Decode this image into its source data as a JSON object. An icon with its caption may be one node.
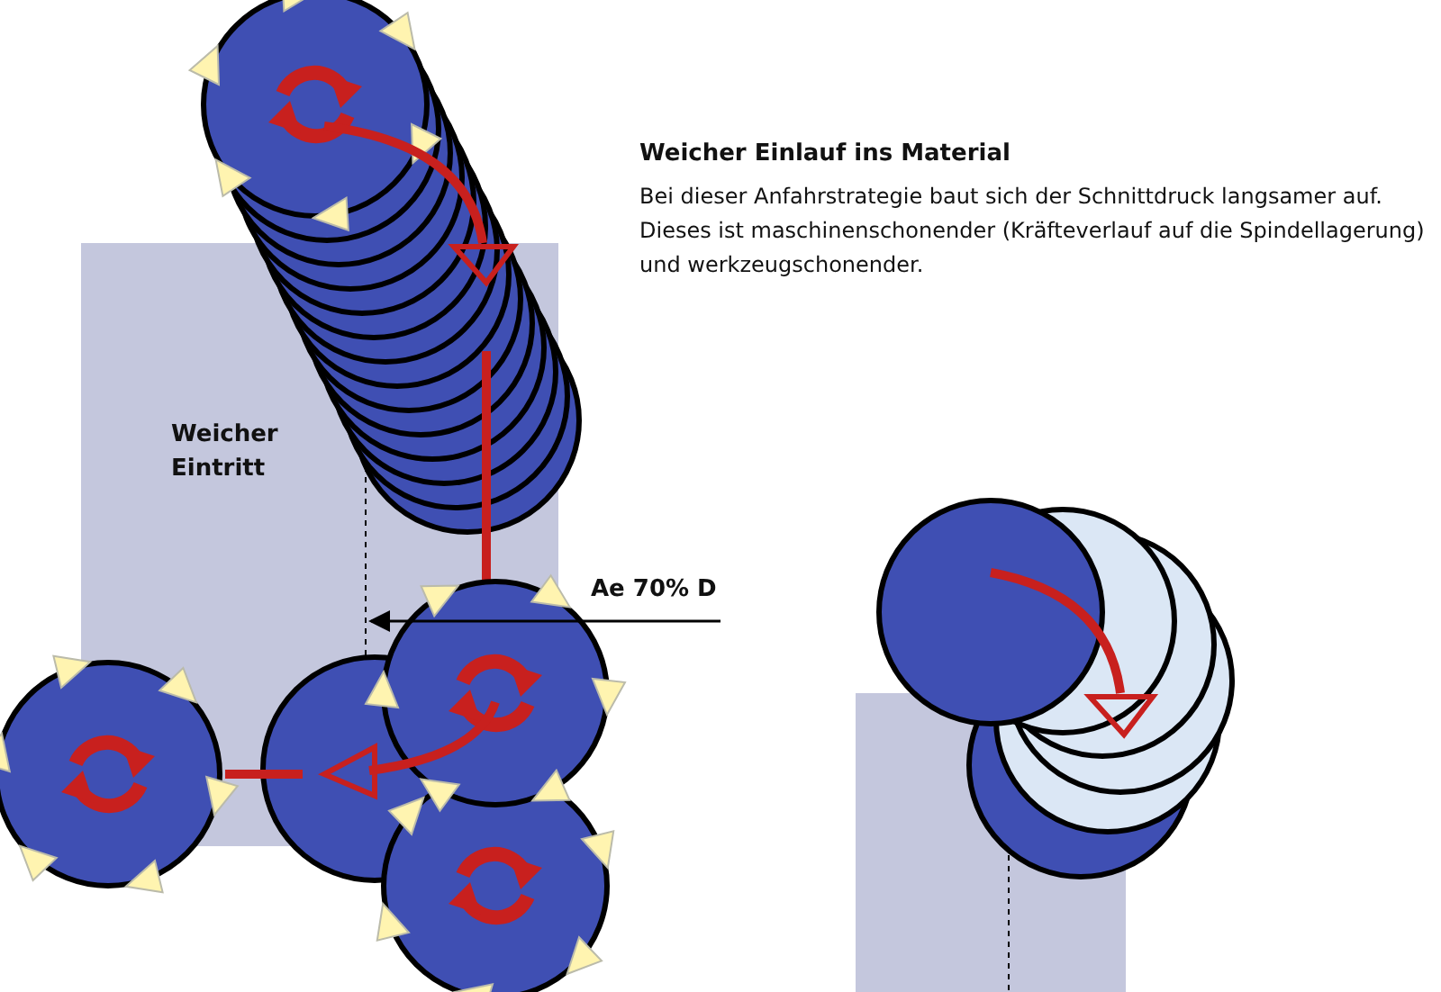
{
  "diagram": {
    "title": "Weicher Einlauf ins Material",
    "labels": [
      "Bei dieser Anfahrstrategie baut sich der Schnittdruck langsamer auf. Dieses ist maschinenschonender (Kräfteverlauf auf die Spindellagerung) und werkzeugschonender.",
      "Weicher Eintritt",
      "Ae 70% D"
    ]
  }
}
